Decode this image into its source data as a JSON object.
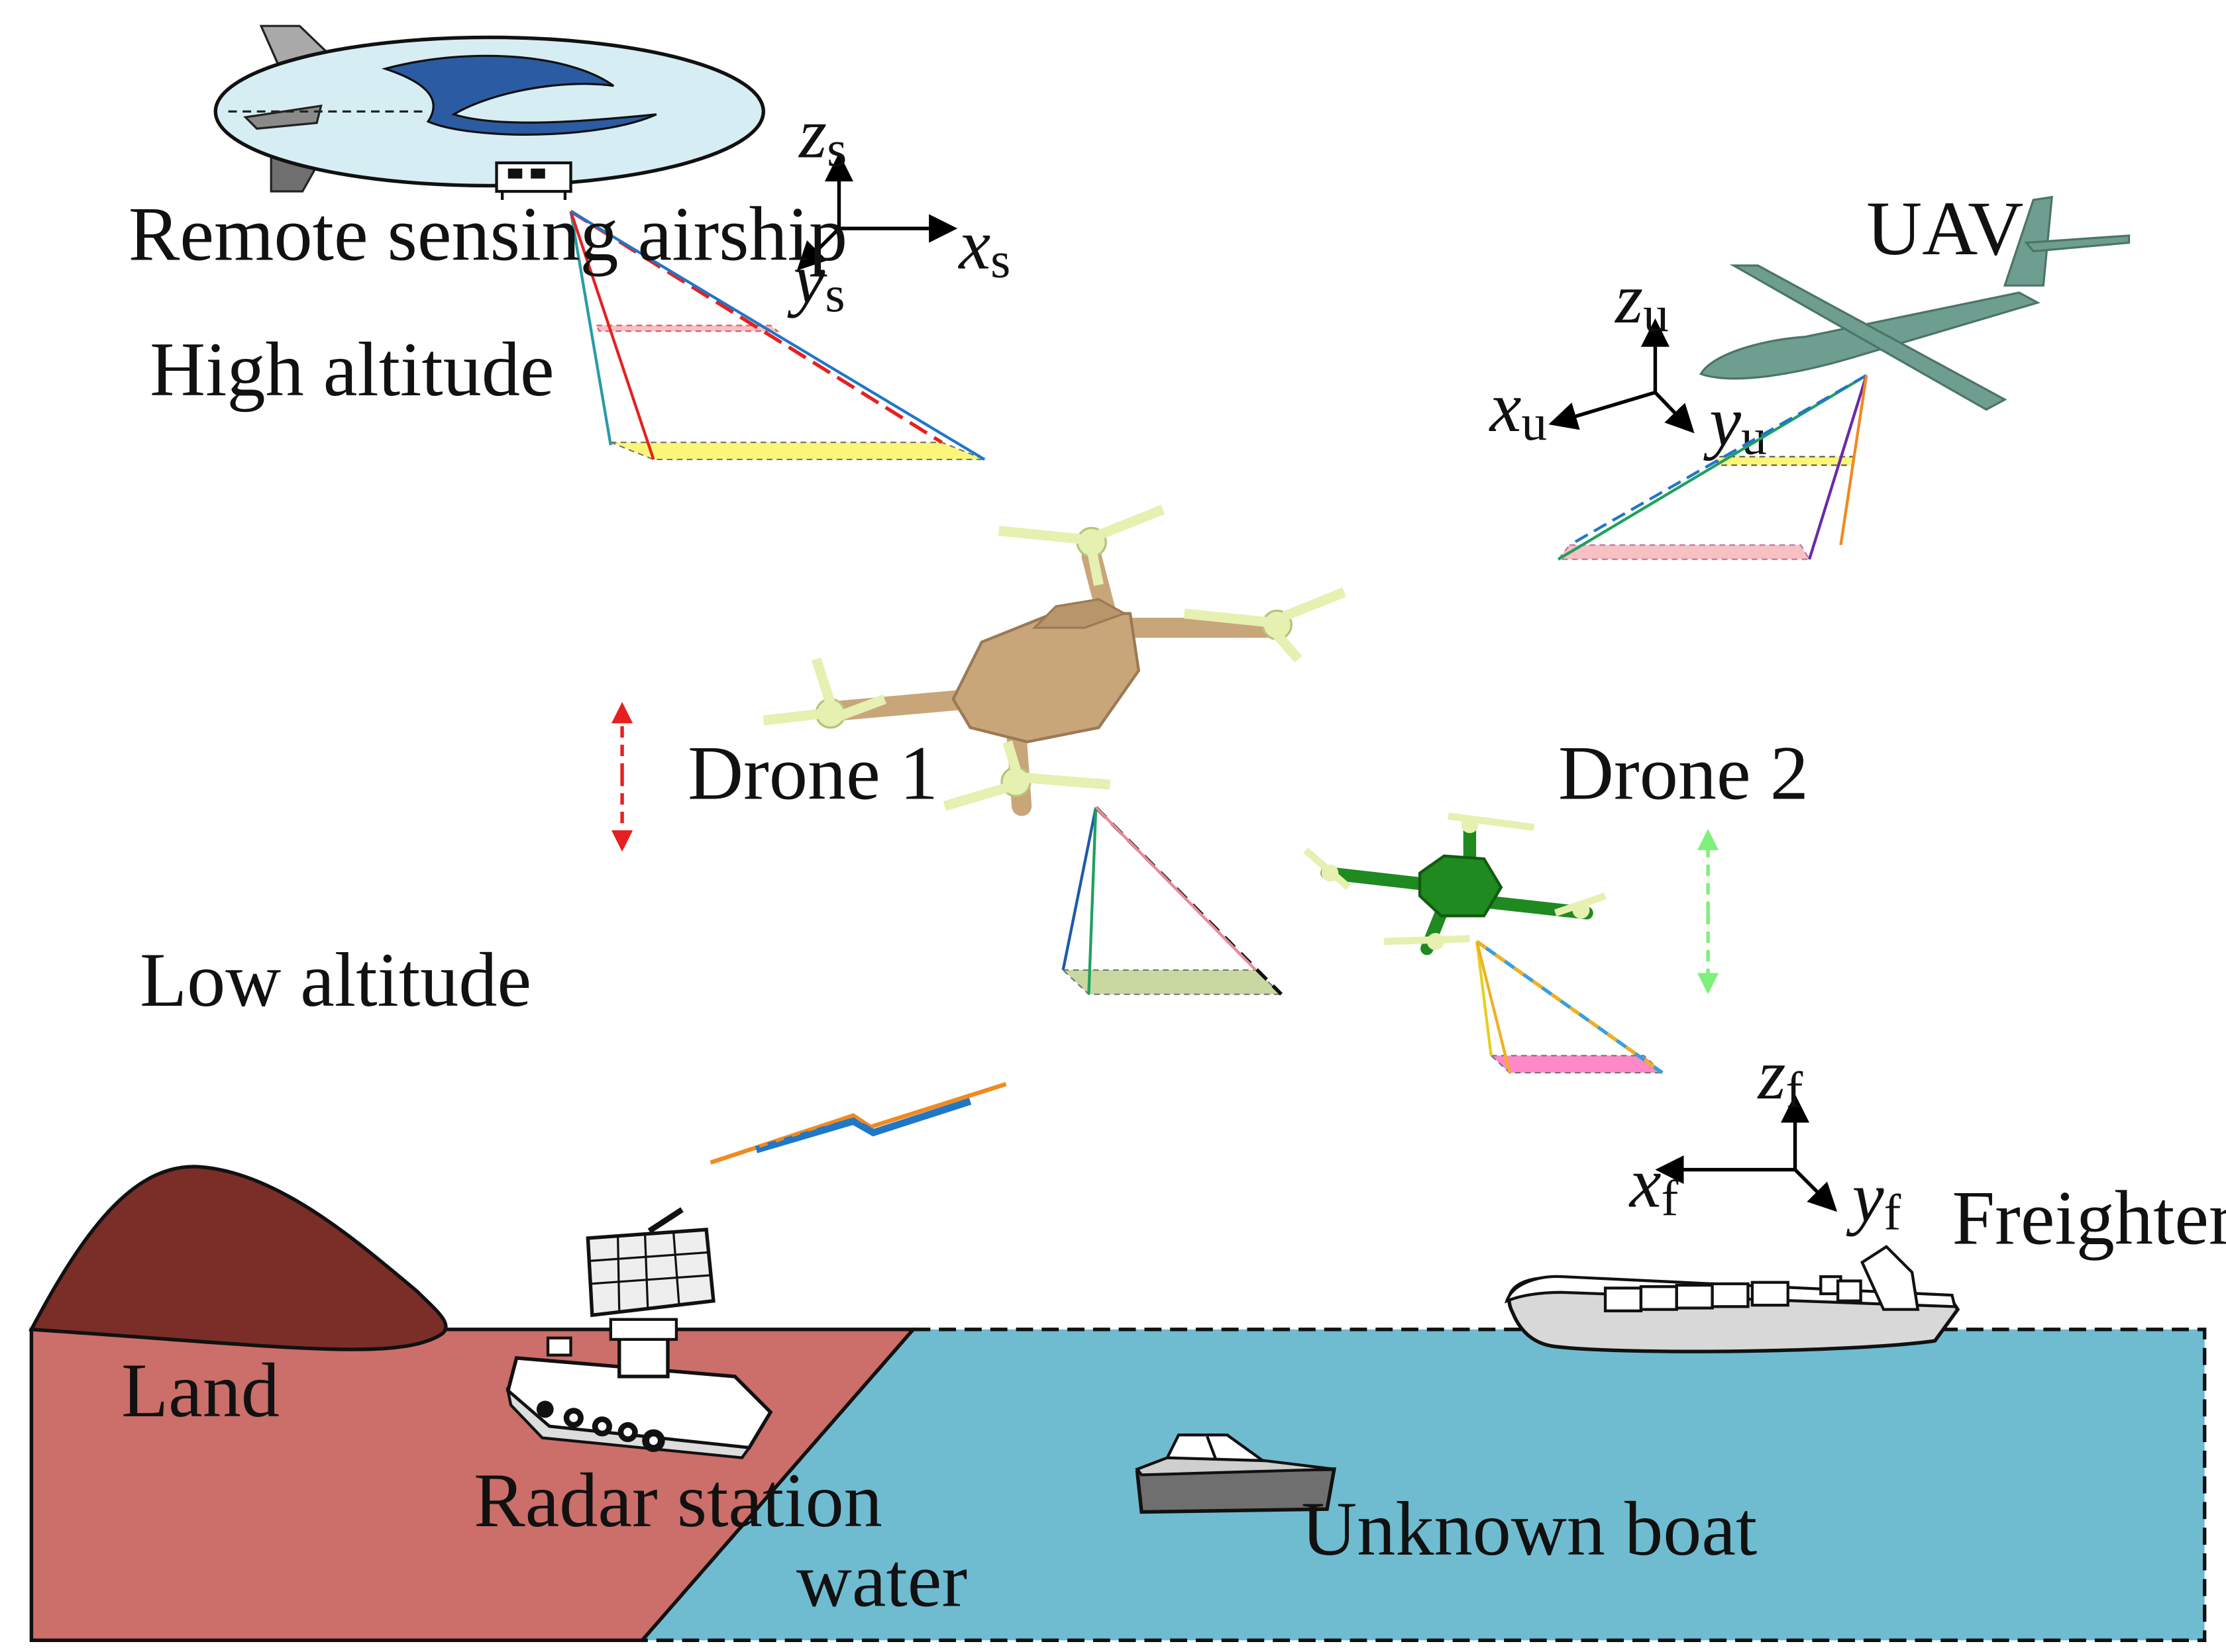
{
  "labels": {
    "airship": "Remote sensing airship",
    "high_altitude": "High altitude",
    "low_altitude": "Low altitude",
    "uav": "UAV",
    "drone1": "Drone 1",
    "drone2": "Drone 2",
    "freighter": "Freighter",
    "land": "Land",
    "radar": "Radar station",
    "water": "water",
    "boat": "Unknown boat"
  },
  "axes": {
    "airship": {
      "x": "x",
      "xs": "s",
      "y": "y",
      "ys": "s",
      "z": "z",
      "zs": "s"
    },
    "uav": {
      "x": "x",
      "xs": "u",
      "y": "y",
      "ys": "u",
      "z": "z",
      "zs": "u"
    },
    "freighter": {
      "x": "x",
      "xs": "f",
      "y": "y",
      "ys": "f",
      "z": "z",
      "zs": "f"
    }
  },
  "colors": {
    "land": "#cc6e69",
    "hill": "#7b2d27",
    "water": "#6fbcd1",
    "airship_body": "#d6eef3",
    "airship_stripe": "#2b5ca3",
    "uav": "#6e9e8f",
    "drone1": "#c9a57a",
    "drone2": "#1f8a1f",
    "rotor": "#e6f0b0",
    "arrow_drone1": "#e62020",
    "arrow_drone2": "#7ff07a"
  },
  "icons": [
    "airship-icon",
    "uav-icon",
    "drone1-icon",
    "drone2-icon",
    "radar-station-icon",
    "freighter-icon",
    "boat-icon",
    "signal-icon"
  ]
}
